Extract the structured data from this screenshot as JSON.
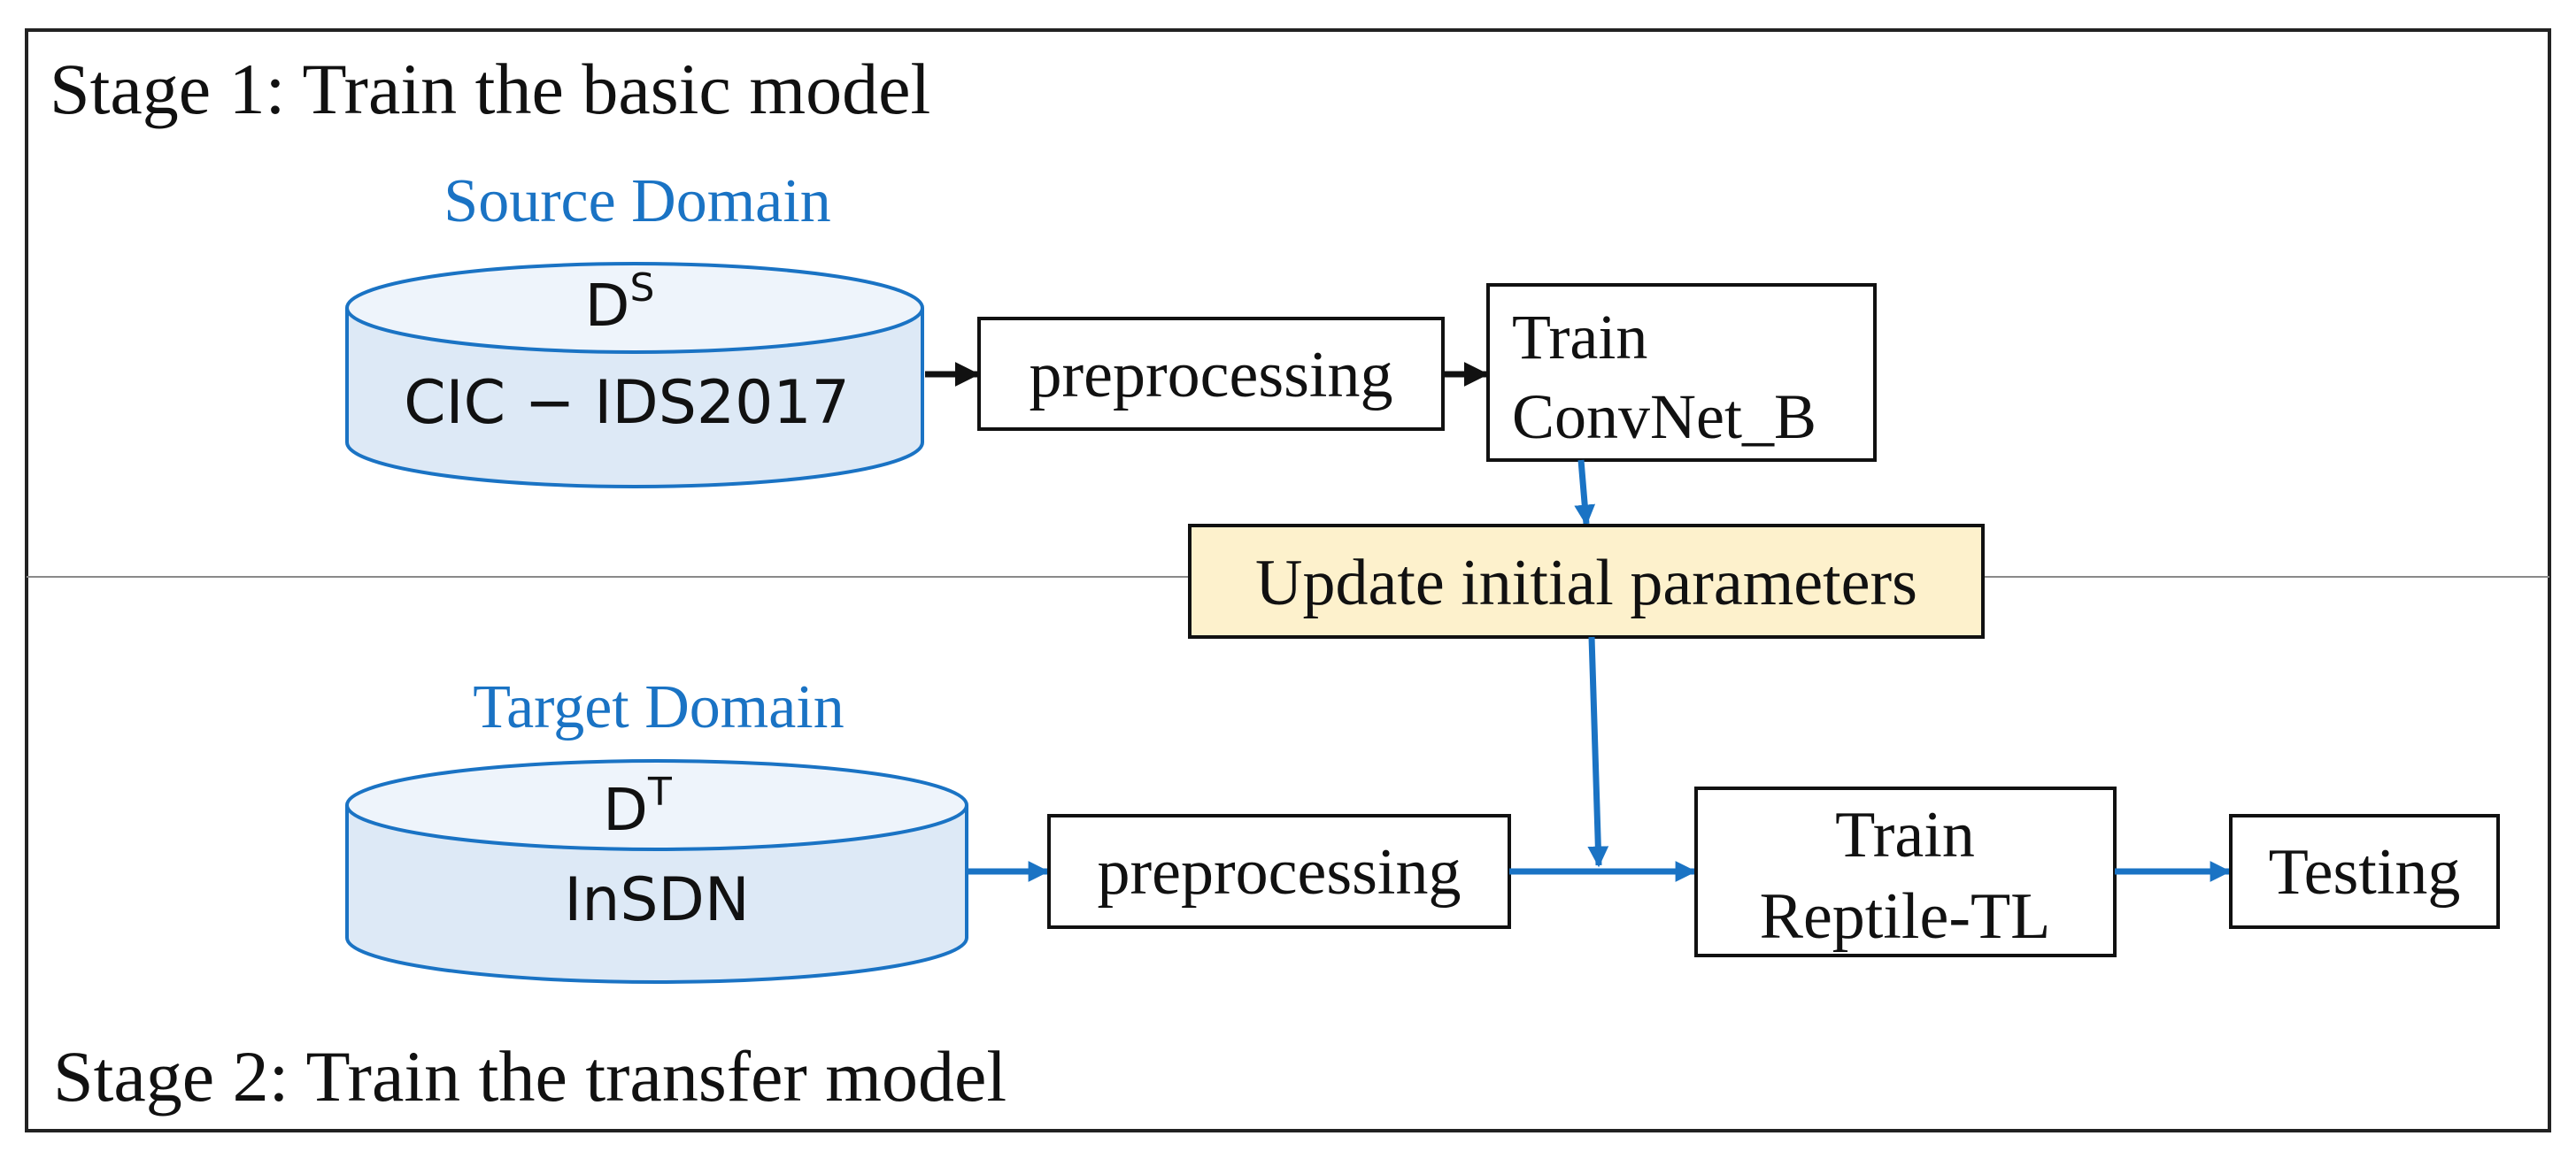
{
  "stage1": {
    "label": "Stage 1: Train the basic model"
  },
  "stage2": {
    "label": "Stage 2: Train the transfer model"
  },
  "source": {
    "heading": "Source Domain",
    "symbol_base": "D",
    "symbol_sup": "S",
    "dataset": "CIC − IDS2017"
  },
  "target": {
    "heading": "Target Domain",
    "symbol_base": "D",
    "symbol_sup": "T",
    "dataset": "InSDN"
  },
  "boxes": {
    "preprocess1": "preprocessing",
    "train_convnet_line1": "Train",
    "train_convnet_line2": "ConvNet_B",
    "update": "Update initial parameters",
    "preprocess2": "preprocessing",
    "train_reptile_line1": "Train",
    "train_reptile_line2": "Reptile-TL",
    "testing": "Testing"
  },
  "colors": {
    "accent_blue": "#1a73c4",
    "cylinder_fill": "#dde9f6",
    "cylinder_top": "#eef4fb",
    "update_fill": "#fdf1cc",
    "line_black": "#111111"
  }
}
